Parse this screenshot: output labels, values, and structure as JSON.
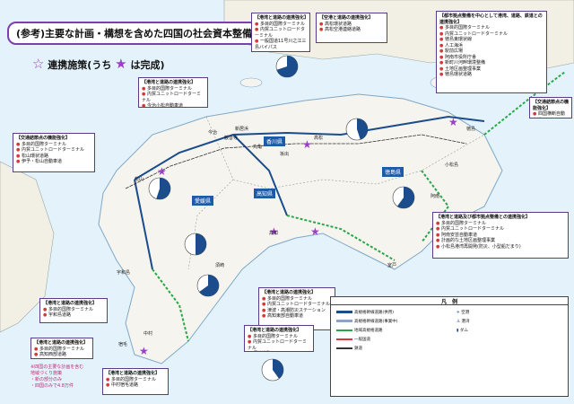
{
  "title": "(参考)主要な計画・構想を含めた四国の社会資本整備",
  "legend_star": {
    "prefix": "連携施策(うち",
    "suffix": "は完成)"
  },
  "colors": {
    "sea": "#e3f2fb",
    "land": "#f6f4ee",
    "expressway": "#1b4c8c",
    "route_green": "#2aa64a",
    "rail": "#333333",
    "star": "#9b3fc7",
    "box_border": "#5a3b8a",
    "bullet": "#d43a3a"
  },
  "boxes": [
    {
      "id": "box-airport-road",
      "title": "【空港と道路の連携強化】",
      "items": [
        "高松環状道路",
        "高松空港連絡道路"
      ]
    },
    {
      "id": "box-matsuyama-port",
      "title": "【港湾と道路の連携強化】",
      "items": [
        "多目的国際ターミナル",
        "内貿ユニットロードターミナル",
        "一般国道11号川之江三島バイパス"
      ]
    },
    {
      "id": "box-tokushima-city",
      "title": "【都市拠点整備を中心として港湾、道路、鉄道との連携強化】",
      "items": [
        "多目的国際ターミナル",
        "内貿ユニットロードターミナル",
        "徳島東環状線",
        "人工海浜",
        "駅前広場",
        "阿南市役所庁舎",
        "新町川河畔環境整備",
        "土地区画整理事業",
        "徳島環状道路"
      ]
    },
    {
      "id": "box-west-port",
      "title": "【港湾と道路の連携強化】",
      "items": [
        "多目的国際ターミナル",
        "内貿ユニットロードターミナル",
        "今治小松自動車道"
      ]
    },
    {
      "id": "box-transport",
      "title": "【交通結節点の機能強化】",
      "items": [
        "四国横断自動車道"
      ]
    },
    {
      "id": "box-matsuyama-city",
      "title": "【交通結節点の機能強化】",
      "items": [
        "多目的国際ターミナル",
        "内貿ユニットロードターミナル",
        "松山環状道路",
        "伊予・松山自動車道"
      ]
    },
    {
      "id": "box-anan",
      "title": "【港湾と道路及び都市拠点整備との連携強化】",
      "items": [
        "多目的国際ターミナル",
        "内貿ユニットロードターミナル",
        "阿南安芸自動車道",
        "計画的な土地区画整理事業",
        "小松島港湾再開発(防災、小型船だまり)"
      ]
    },
    {
      "id": "box-kochi",
      "title": "【港湾と道路の連携強化】",
      "items": [
        "多目的国際ターミナル",
        "内貿ユニットロードターミナル",
        "津波・高潮防災ステーション",
        "高知東部自動車道"
      ]
    },
    {
      "id": "box-uwajima",
      "title": "【港湾と道路の連携強化】",
      "items": [
        "多目的国際ターミナル",
        "内貿ユニットロードターミナル",
        "須崎道路"
      ]
    },
    {
      "id": "box-sukumo",
      "title": "【港湾と道路の連携強化】",
      "items": [
        "多目的国際ターミナル",
        "宇和島道路"
      ]
    },
    {
      "id": "box-yawatahama",
      "title": "【港湾と道路の連携強化】",
      "items": [
        "多目的国際ターミナル",
        "中村宿毛道路"
      ]
    },
    {
      "id": "box-ainan",
      "title": "【港湾と道路の連携強化】",
      "items": [
        "多目的国際ターミナル",
        "高知西部道路"
      ]
    }
  ],
  "prefectures": [
    "香川県",
    "徳島県",
    "愛媛県",
    "高知県"
  ],
  "cities": [
    "高松",
    "徳島",
    "松山",
    "高知",
    "今治",
    "新居浜",
    "宇和島",
    "宿毛",
    "中村",
    "阿南",
    "小松島",
    "坂出",
    "丸亀",
    "観音寺",
    "須崎",
    "室戸"
  ],
  "footnote": [
    "※四国の主要な計画を含む",
    "地域づくり施策",
    "・新の部分のみ",
    "・四国のみで4.8万件"
  ],
  "legend_panel": {
    "header": "凡　例",
    "rows": [
      "高規格幹線道路(供用)",
      "高規格幹線道路(事業中)",
      "地域高規格道路",
      "一般国道",
      "鉄道",
      "空港",
      "港湾",
      "ダム"
    ]
  },
  "pies": [
    {
      "label": "",
      "fraction": 0.7
    },
    {
      "label": "",
      "fraction": 0.6
    },
    {
      "label": "",
      "fraction": 0.5
    },
    {
      "label": "",
      "fraction": 0.65
    },
    {
      "label": "",
      "fraction": 0.4
    },
    {
      "label": "",
      "fraction": 0.55
    },
    {
      "label": "",
      "fraction": 0.45
    }
  ]
}
